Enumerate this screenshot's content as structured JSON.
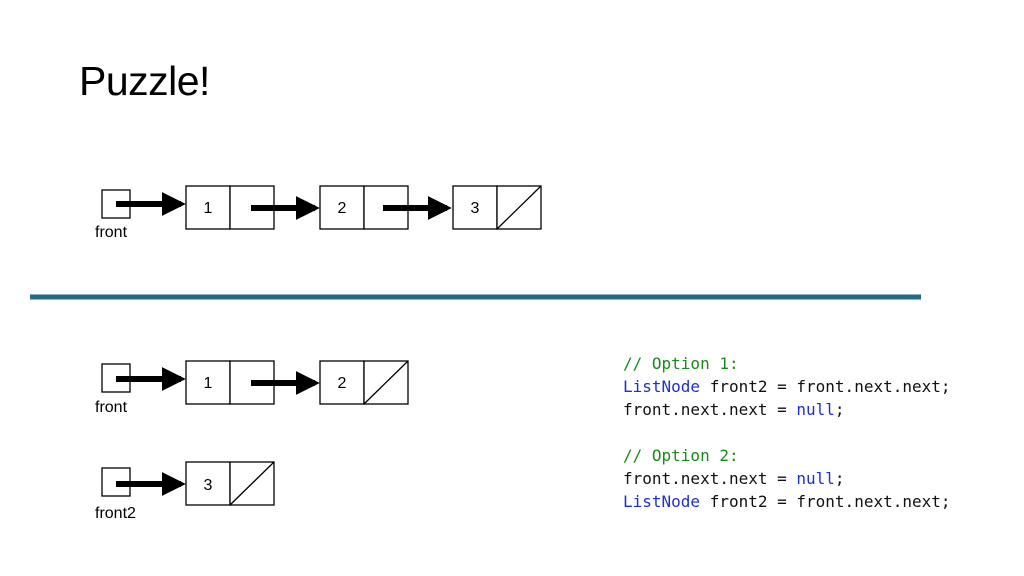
{
  "title": "Puzzle!",
  "colors": {
    "divider": "#1f6b8c",
    "comment": "#1a8a1a",
    "keyword": "#1f2fd0",
    "stroke": "#000000"
  },
  "top_diagram": {
    "var_label": "front",
    "nodes": [
      {
        "value": "1",
        "next": "pointer"
      },
      {
        "value": "2",
        "next": "pointer"
      },
      {
        "value": "3",
        "next": "null"
      }
    ]
  },
  "bottom_diagram": {
    "lists": [
      {
        "var_label": "front",
        "nodes": [
          {
            "value": "1",
            "next": "pointer"
          },
          {
            "value": "2",
            "next": "null"
          }
        ]
      },
      {
        "var_label": "front2",
        "nodes": [
          {
            "value": "3",
            "next": "null"
          }
        ]
      }
    ]
  },
  "code": {
    "lines": [
      [
        {
          "t": "// Option 1:",
          "k": "comment"
        }
      ],
      [
        {
          "t": "ListNode",
          "k": "type"
        },
        {
          "t": " front2 = front.next.next;",
          "k": "plain"
        }
      ],
      [
        {
          "t": "front.next.next = ",
          "k": "plain"
        },
        {
          "t": "null",
          "k": "kw"
        },
        {
          "t": ";",
          "k": "plain"
        }
      ],
      [],
      [
        {
          "t": "// Option 2:",
          "k": "comment"
        }
      ],
      [
        {
          "t": "front.next.next = ",
          "k": "plain"
        },
        {
          "t": "null",
          "k": "kw"
        },
        {
          "t": ";",
          "k": "plain"
        }
      ],
      [
        {
          "t": "ListNode",
          "k": "type"
        },
        {
          "t": " front2 = front.next.next;",
          "k": "plain"
        }
      ]
    ]
  }
}
